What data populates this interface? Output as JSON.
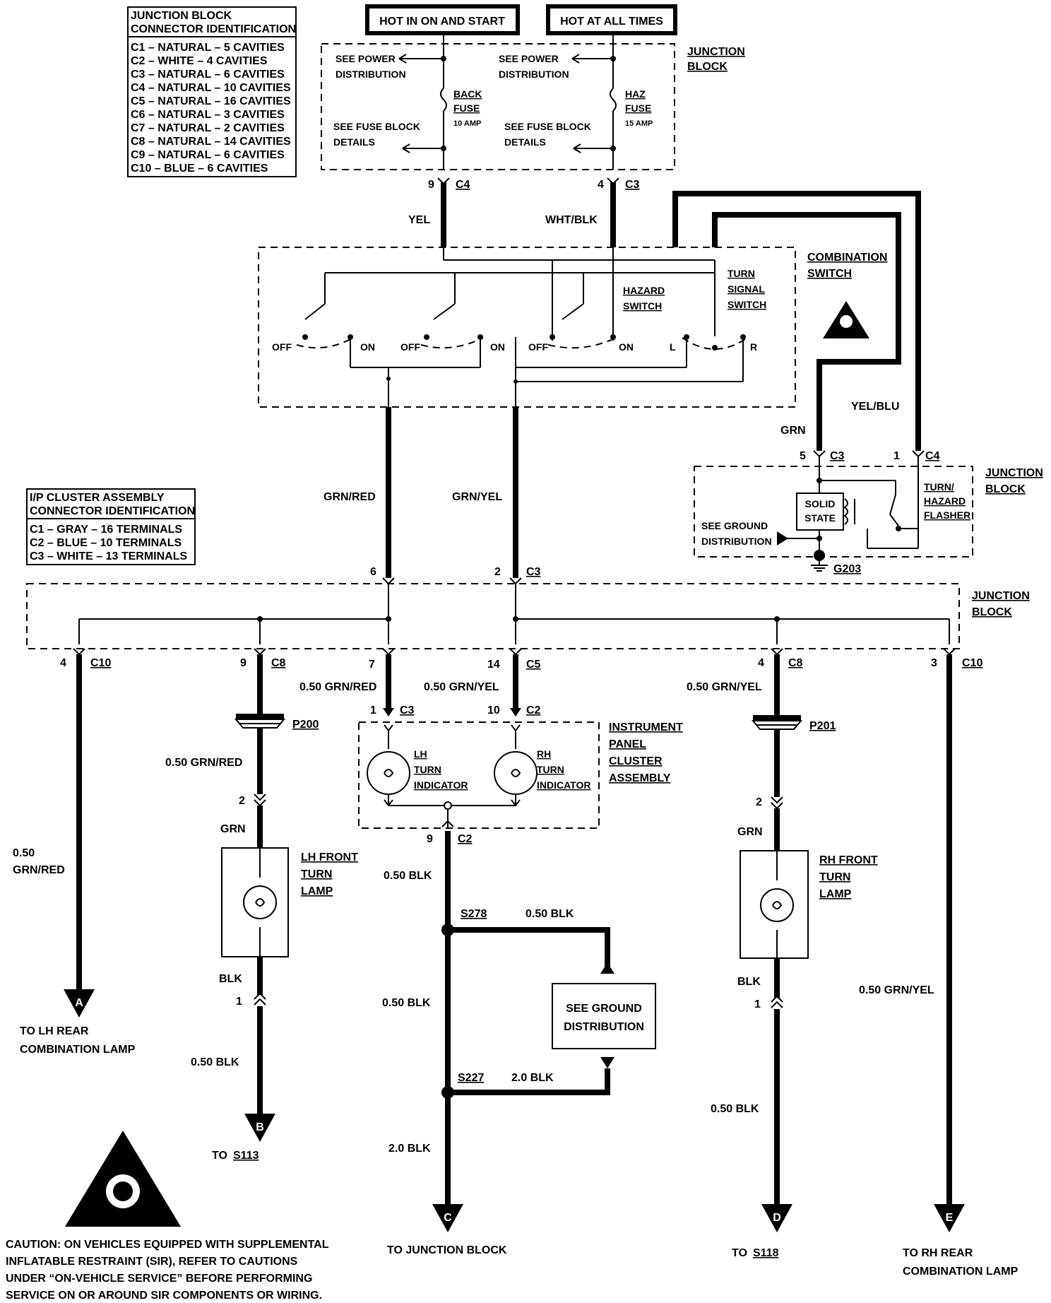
{
  "connector_table": {
    "title_line1": "JUNCTION BLOCK",
    "title_line2": "CONNECTOR IDENTIFICATION",
    "rows": [
      "C1 – NATURAL – 5 CAVITIES",
      "C2 – WHITE – 4 CAVITIES",
      "C3 – NATURAL – 6 CAVITIES",
      "C4 – NATURAL – 10 CAVITIES",
      "C5 – NATURAL – 16 CAVITIES",
      "C6 – NATURAL – 3 CAVITIES",
      "C7 – NATURAL – 2 CAVITIES",
      "C8 – NATURAL – 14 CAVITIES",
      "C9 – NATURAL – 6 CAVITIES",
      "C10 – BLUE – 6 CAVITIES"
    ]
  },
  "cluster_table": {
    "title_line1": "I/P CLUSTER ASSEMBLY",
    "title_line2": "CONNECTOR IDENTIFICATION",
    "rows": [
      "C1 – GRAY – 16 TERMINALS",
      "C2 – BLUE – 10 TERMINALS",
      "C3 – WHITE – 13 TERMINALS"
    ]
  },
  "power": {
    "hot_run": "HOT IN ON AND START",
    "hot_always": "HOT AT ALL TIMES",
    "see_power_dist_1": "SEE POWER",
    "see_power_dist_2": "DISTRIBUTION",
    "see_fuse_1": "SEE FUSE BLOCK",
    "see_fuse_2": "DETAILS",
    "back_fuse_1": "BACK",
    "back_fuse_2": "FUSE",
    "back_fuse_amp": "10 AMP",
    "haz_fuse_1": "HAZ",
    "haz_fuse_2": "FUSE",
    "haz_fuse_amp": "15 AMP",
    "jb_1": "JUNCTION",
    "jb_2": "BLOCK"
  },
  "connectors": {
    "pin9": "9",
    "c4": "C4",
    "pin4": "4",
    "c3": "C3",
    "pin5": "5",
    "pin1": "1",
    "pin6": "6",
    "pin2": "2",
    "pin7": "7",
    "pin14": "14",
    "c5": "C5",
    "c8": "C8",
    "c10": "C10",
    "pin3": "3",
    "pin10": "10",
    "c2": "C2"
  },
  "wires": {
    "yel": "YEL",
    "wht_blk": "WHT/BLK",
    "grn": "GRN",
    "yel_blu": "YEL/BLU",
    "grn_red": "GRN/RED",
    "grn_yel": "GRN/YEL",
    "w050_grn_red": "0.50 GRN/RED",
    "w050_grn_yel": "0.50 GRN/YEL",
    "w050": "0.50",
    "w_grn_red": "GRN/RED",
    "blk": "BLK",
    "w050_blk": "0.50 BLK",
    "w20_blk": "2.0 BLK"
  },
  "switch": {
    "off": "OFF",
    "on": "ON",
    "l": "L",
    "r": "R",
    "hazard_1": "HAZARD",
    "hazard_2": "SWITCH",
    "turn_1": "TURN",
    "turn_2": "SIGNAL",
    "turn_3": "SWITCH",
    "combo_1": "COMBINATION",
    "combo_2": "SWITCH"
  },
  "flasher": {
    "solid_1": "SOLID",
    "solid_2": "STATE",
    "label_1": "TURN/",
    "label_2": "HAZARD",
    "label_3": "FLASHER",
    "see_gnd_1": "SEE GROUND",
    "see_gnd_2": "DISTRIBUTION",
    "g203": "G203"
  },
  "cluster": {
    "ipc_1": "INSTRUMENT",
    "ipc_2": "PANEL",
    "ipc_3": "CLUSTER",
    "ipc_4": "ASSEMBLY",
    "lh_1": "LH",
    "rh_1": "RH",
    "ind_2": "TURN",
    "ind_3": "INDICATOR"
  },
  "lamps": {
    "p200": "P200",
    "p201": "P201",
    "lh_1": "LH FRONT",
    "rh_1": "RH FRONT",
    "l_2": "TURN",
    "l_3": "LAMP"
  },
  "ground": {
    "s278": "S278",
    "s227": "S227",
    "see_1": "SEE GROUND",
    "see_2": "DISTRIBUTION"
  },
  "dest": {
    "a": "A",
    "b": "B",
    "c": "C",
    "d": "D",
    "e": "E",
    "a_1": "TO LH REAR",
    "combo_lamp": "COMBINATION LAMP",
    "b_1": "TO",
    "b_2": "S113",
    "c_1": "TO JUNCTION BLOCK",
    "d_1": "TO",
    "d_2": "S118",
    "e_1": "TO RH REAR"
  },
  "caution": {
    "line1": "CAUTION:  ON VEHICLES EQUIPPED WITH SUPPLEMENTAL",
    "line2": "INFLATABLE RESTRAINT (SIR), REFER TO CAUTIONS",
    "line3": "UNDER “ON-VEHICLE SERVICE” BEFORE PERFORMING",
    "line4": "SERVICE ON OR AROUND SIR COMPONENTS OR WIRING."
  }
}
